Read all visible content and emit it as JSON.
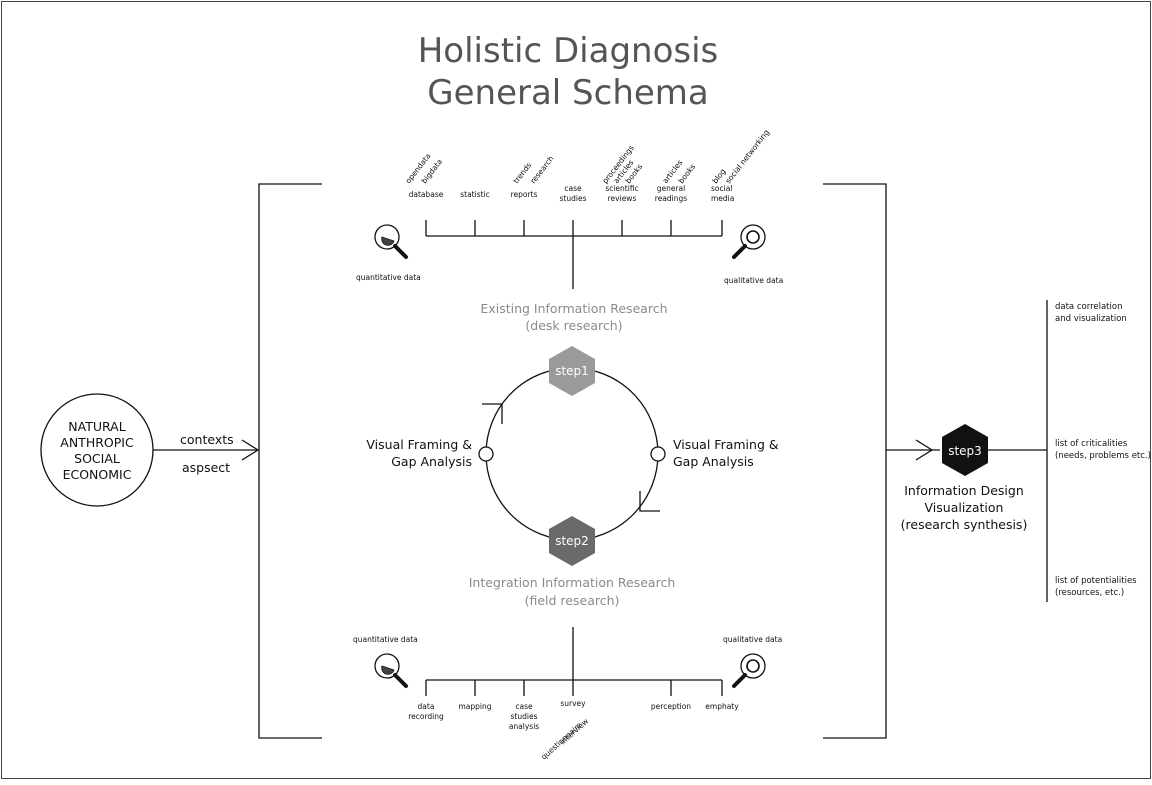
{
  "title": [
    "Holistic Diagnosis",
    "General Schema"
  ],
  "input_circle": [
    "NATURAL",
    "ANTHROPIC",
    "SOCIAL",
    "ECONOMIC"
  ],
  "input_arrow": [
    "contexts",
    "aspsect"
  ],
  "top_timeline": {
    "left_label": "quantitative data",
    "right_label": "qualitative data",
    "categories": [
      {
        "label": [
          "database"
        ],
        "tags": [
          "opendata",
          "bigdata"
        ]
      },
      {
        "label": [
          "statistic"
        ],
        "tags": []
      },
      {
        "label": [
          "reports"
        ],
        "tags": [
          "trends",
          "research"
        ]
      },
      {
        "label": [
          "case",
          "studies"
        ],
        "tags": []
      },
      {
        "label": [
          "scientific",
          "reviews"
        ],
        "tags": [
          "proceedings",
          "articles",
          "books"
        ]
      },
      {
        "label": [
          "general",
          "readings"
        ],
        "tags": [
          "articles",
          "books"
        ]
      },
      {
        "label": [
          "social",
          "media"
        ],
        "tags": [
          "blog",
          "social networking"
        ]
      }
    ]
  },
  "phase1": [
    "Existing Information Research",
    "(desk research)"
  ],
  "step1": "step1",
  "step2": "step2",
  "step3": "step3",
  "left_node": [
    "Visual Framing &",
    "Gap Analysis"
  ],
  "right_node": [
    "Visual Framing &",
    "Gap Analysis"
  ],
  "phase2": [
    "Integration Information Research",
    "(field research)"
  ],
  "bottom_timeline": {
    "left_label": "quantitative data",
    "right_label": "qualitative data",
    "categories": [
      {
        "label": [
          "data",
          "recording"
        ]
      },
      {
        "label": [
          "mapping"
        ]
      },
      {
        "label": [
          "case",
          "studies",
          "analysis"
        ]
      },
      {
        "label": [
          "survey"
        ],
        "tags": [
          "questionnaire",
          "interview"
        ]
      },
      {
        "label": [
          "perception"
        ]
      },
      {
        "label": [
          "emphaty"
        ]
      }
    ]
  },
  "output": [
    "Information Design",
    "Visualization",
    "(research synthesis)"
  ],
  "results": [
    [
      "data correlation",
      "and visualization"
    ],
    [
      "list of criticalities",
      "(needs, problems etc.)"
    ],
    [
      "list of potentialities",
      "(resources, etc.)"
    ]
  ],
  "colors": {
    "step1": "#9a9a9a",
    "step2": "#6a6a6a",
    "step3": "#111111",
    "title": "#555555",
    "phase": "#8a8a8a"
  }
}
